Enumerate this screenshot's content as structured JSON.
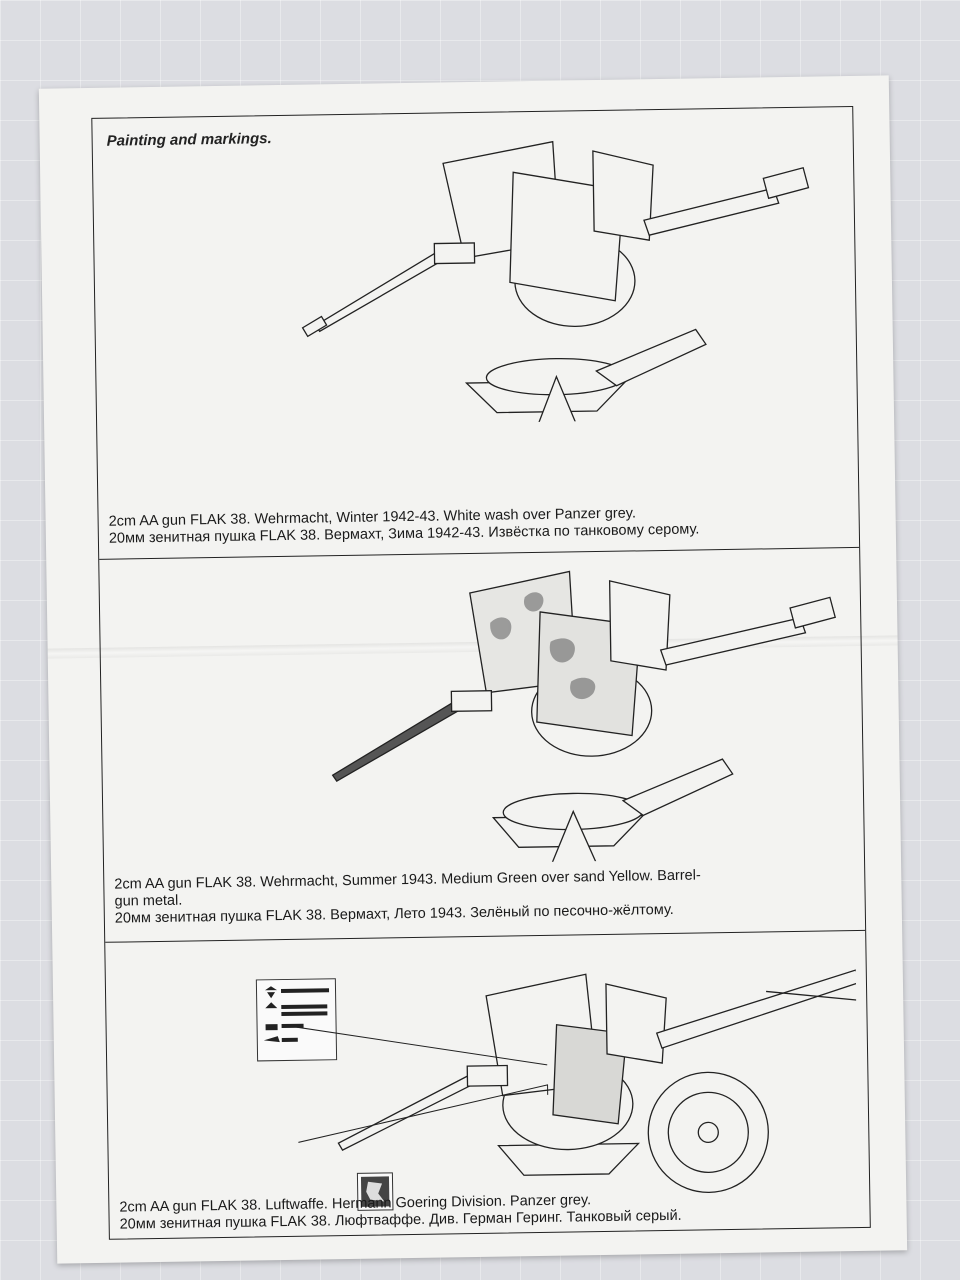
{
  "document": {
    "heading": "Painting and markings.",
    "schemes": [
      {
        "caption_en": "2cm AA gun FLAK 38. Wehrmacht, Winter 1942-43. White wash over Panzer grey.",
        "caption_ru": "20мм зенитная пушка FLAK 38.  Вермахт, Зима 1942-43. Извёстка по танковому серому."
      },
      {
        "caption_en": "2cm AA gun FLAK 38. Wehrmacht, Summer 1943. Medium Green over sand Yellow. Barrel-",
        "caption_en_2": "gun metal.",
        "caption_ru": "20мм зенитная пушка FLAK 38.  Вермахт, Лето 1943. Зелёный по песочно-жёлтому."
      },
      {
        "caption_en": "2cm AA gun FLAK 38. Luftwaffe. Hermann Goering Division. Panzer grey.",
        "caption_ru": "20мм зенитная пушка FLAK 38. Люфтваффе. Див. Герман Геринг. Танковый серый."
      }
    ]
  },
  "colors": {
    "paper": "#f3f3f1",
    "ink": "#222222",
    "background": "#dcdde2"
  }
}
